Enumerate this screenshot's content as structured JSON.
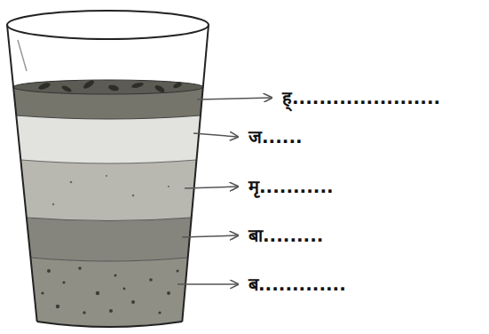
{
  "diagram": {
    "labels": [
      "ह्......................",
      "ज......",
      "मृ...........",
      "बा.........",
      "ब............."
    ]
  }
}
